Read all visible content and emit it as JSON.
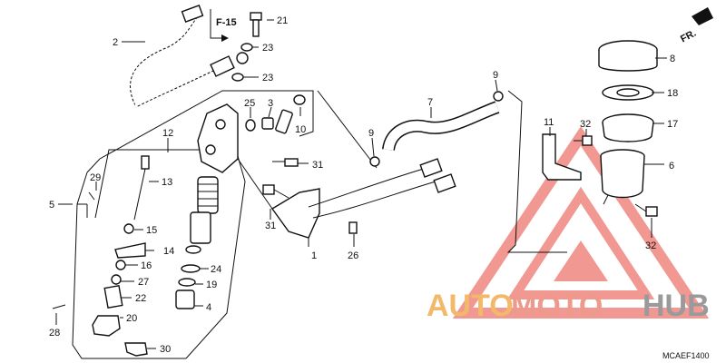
{
  "diagram": {
    "callouts": [
      "1",
      "2",
      "3",
      "4",
      "5",
      "6",
      "7",
      "8",
      "9",
      "9",
      "10",
      "11",
      "12",
      "13",
      "14",
      "15",
      "16",
      "17",
      "18",
      "19",
      "20",
      "21",
      "22",
      "23",
      "23",
      "24",
      "25",
      "26",
      "27",
      "28",
      "29",
      "30",
      "31",
      "31",
      "32",
      "32"
    ],
    "reference_page": "F-15",
    "front_arrow": "FR.",
    "diagram_code": "MCAEF1400"
  },
  "watermark": {
    "part1": "AUTO",
    "part2": "MOTO",
    "part3": "HUB",
    "colors": {
      "auto": "#f3b96a",
      "moto": "#ed9a8c",
      "hub": "#9a9a9a",
      "triangle": "#e9443a"
    }
  }
}
